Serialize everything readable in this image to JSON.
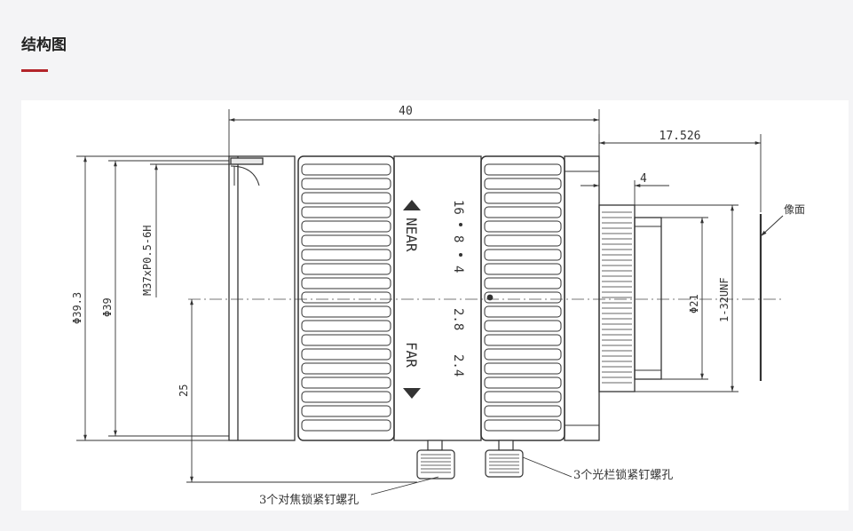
{
  "section": {
    "title": "结构图",
    "accent_color": "#b3242a"
  },
  "drawing": {
    "dimensions": {
      "total_length": "40",
      "flange_back": "17.526",
      "rear_short": "4",
      "thread_front": "M37xP0.5-6H",
      "outer_dia_1": "Φ39.3",
      "outer_dia_2": "Φ39",
      "center_height": "25",
      "rear_dia": "Φ21",
      "mount_thread": "1-32UNF"
    },
    "labels": {
      "image_plane": "像面",
      "focus_screw": "3个对焦锁紧钉螺孔",
      "iris_screw": "3个光栏锁紧钉螺孔"
    },
    "scale": {
      "near": "NEAR",
      "far": "FAR",
      "f_stops": [
        "16",
        "8",
        "4",
        "2.8",
        "2.4"
      ]
    }
  }
}
